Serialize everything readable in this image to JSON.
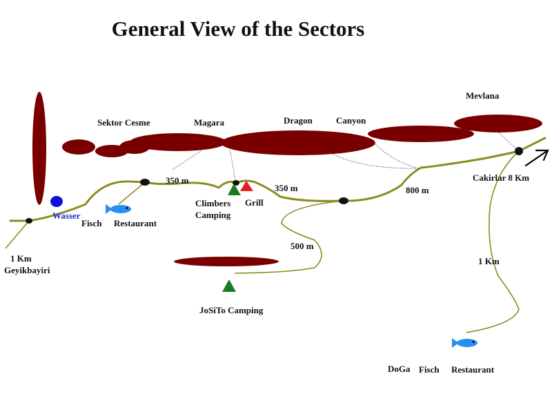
{
  "title": "General View of the Sectors",
  "colors": {
    "rock": "#7a0000",
    "road": "#8c8c1e",
    "path": "#8c8c1e",
    "node": "#111111",
    "water": "#1010dd",
    "fish": "#2a8ef0",
    "camping": "#1b7a1b",
    "grill": "#e02020",
    "wasser_text": "#1a2ec8",
    "arrow": "#000000"
  },
  "sectors": {
    "sektor_cesme": "Sektor Cesme",
    "magara": "Magara",
    "dragon": "Dragon",
    "canyon": "Canyon",
    "mevlana": "Mevlana"
  },
  "distances": {
    "d1": "350 m",
    "d2": "350 m",
    "d3": "800 m",
    "d4": "500 m",
    "d5": "1 Km",
    "d6": "1 Km"
  },
  "places": {
    "wasser": "Wasser",
    "fisch": "Fisch",
    "restaurant": "Restaurant",
    "climbers": "Climbers",
    "camping": "Camping",
    "grill": "Grill",
    "josito": "JoSiTo Camping",
    "cakirlar": "Cakirlar 8 Km",
    "geyikbayiri": "Geyikbayiri",
    "doga": "DoGa",
    "doga_fisch": "Fisch",
    "doga_restaurant": "Restaurant"
  },
  "icons": {
    "camping": "green-triangle-tent-icon",
    "grill": "red-triangle-grill-icon",
    "water": "blue-dot-water-icon",
    "fish": "fish-icon",
    "direction": "arrow-northeast-icon",
    "junction": "black-dot-junction-icon"
  }
}
